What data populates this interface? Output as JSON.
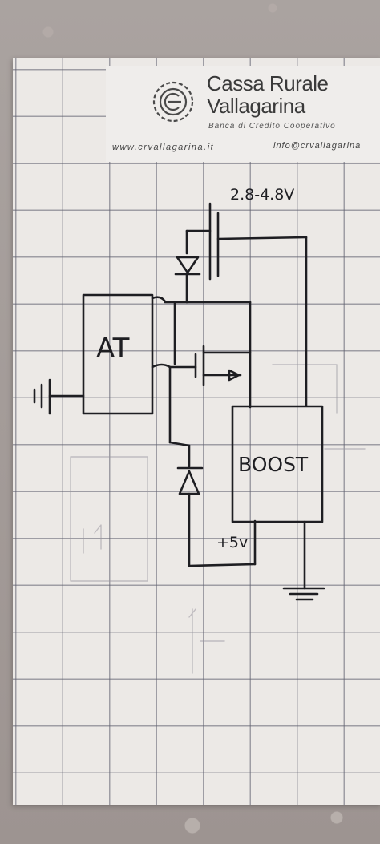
{
  "header": {
    "bank_name_line1": "Cassa Rurale",
    "bank_name_line2": "Vallagarina",
    "bank_subtitle": "Banca di Credito Cooperativo",
    "website": "www.crvallagarina.it",
    "email": "info@crvallagarina"
  },
  "diagram": {
    "supply_label": "2.8-4.8V",
    "chip_label": "AT",
    "converter_label": "BOOST",
    "output_label": "+5v"
  },
  "colors": {
    "ink": "#1e1e22",
    "grid": "#5f5f6e",
    "paper": "#ece9e6",
    "fabric": "#a39b98"
  }
}
